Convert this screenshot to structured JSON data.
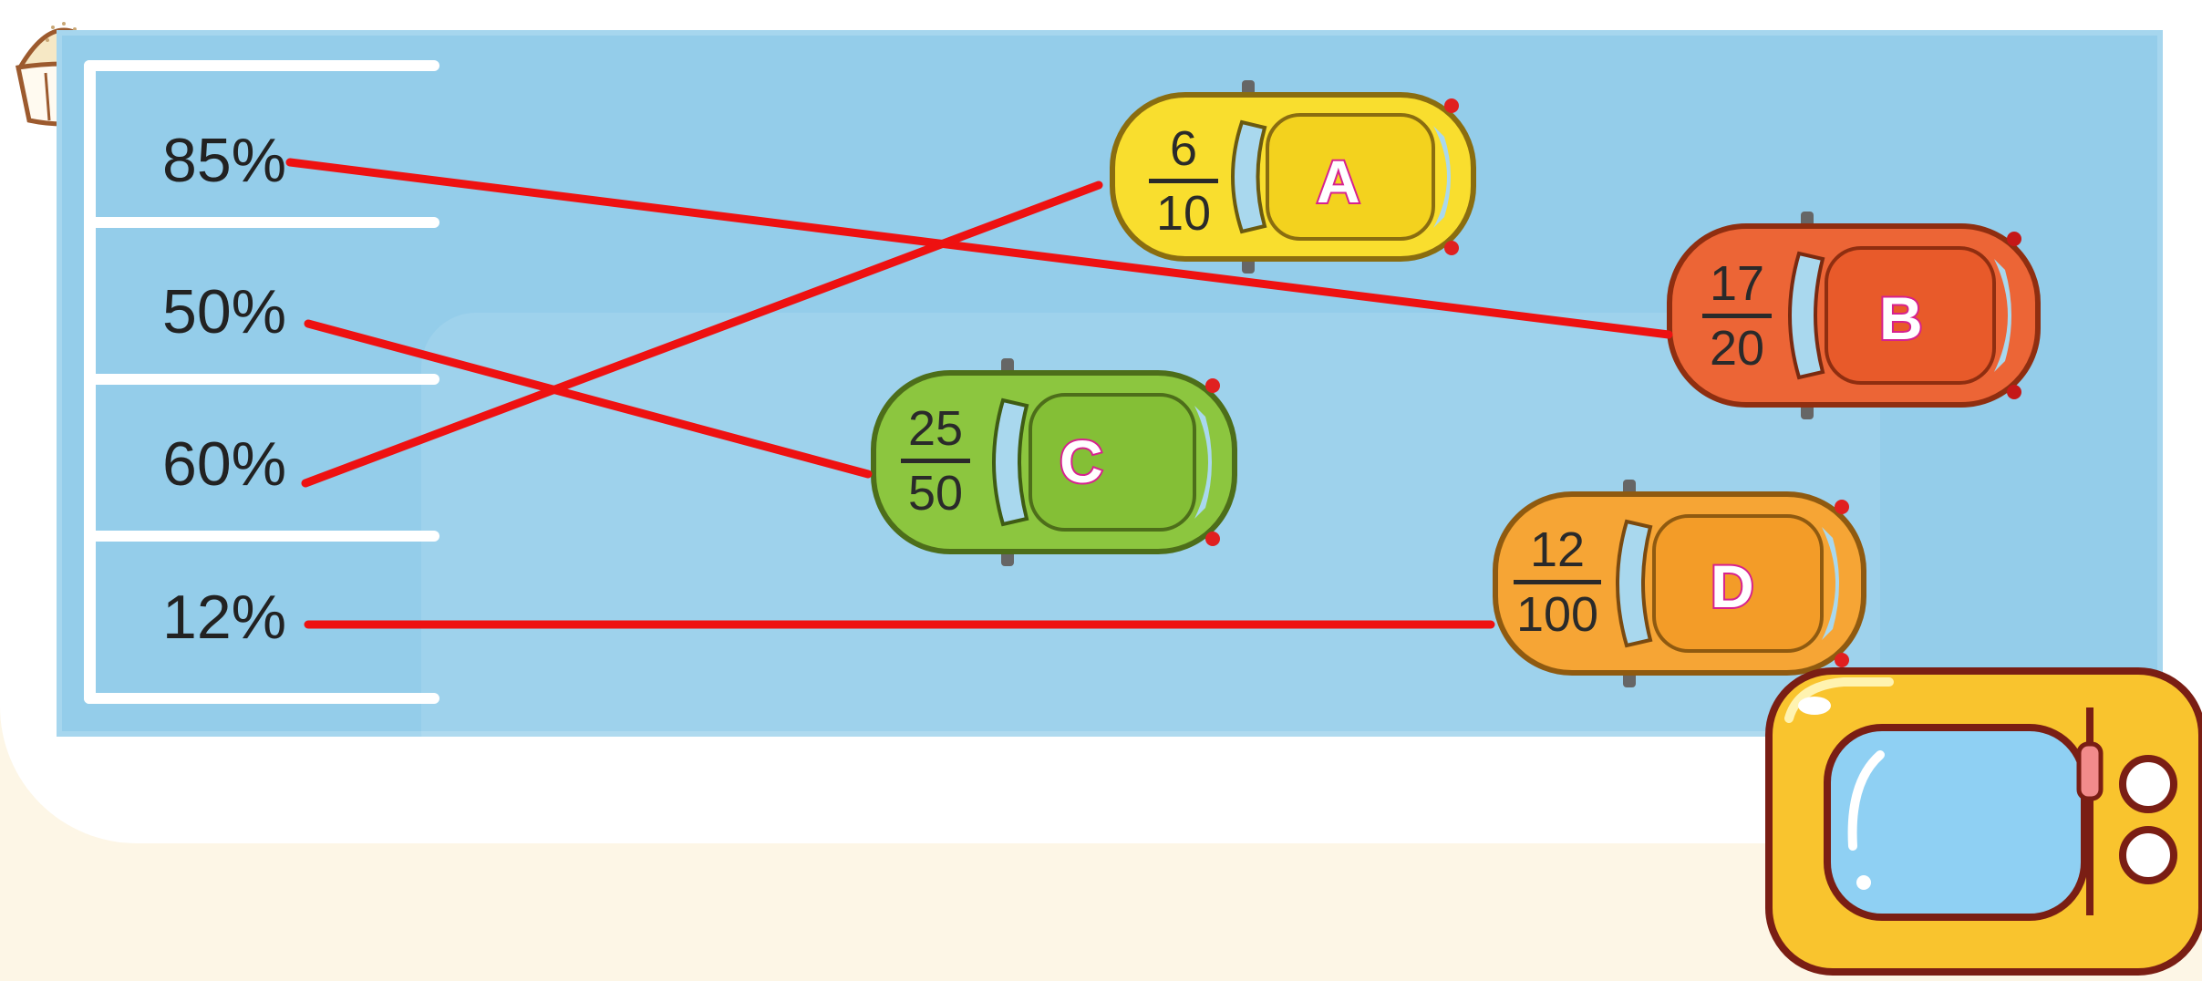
{
  "percent_labels": [
    "85%",
    "50%",
    "60%",
    "12%"
  ],
  "cars": [
    {
      "letter": "A",
      "numerator": "6",
      "denominator": "10",
      "color": "#f9de2e"
    },
    {
      "letter": "B",
      "numerator": "17",
      "denominator": "20",
      "color": "#ec6536"
    },
    {
      "letter": "C",
      "numerator": "25",
      "denominator": "50",
      "color": "#8cc63f"
    },
    {
      "letter": "D",
      "numerator": "12",
      "denominator": "100",
      "color": "#f6a535"
    }
  ],
  "matches": [
    {
      "percent": "85%",
      "car": "B"
    },
    {
      "percent": "50%",
      "car": "C"
    },
    {
      "percent": "60%",
      "car": "A"
    },
    {
      "percent": "12%",
      "car": "D"
    }
  ],
  "colors": {
    "line": "#ee1111",
    "board": "#94cdea",
    "background": "#fdf6e6"
  },
  "icons": [
    "cupcake-icon",
    "tv-icon"
  ]
}
